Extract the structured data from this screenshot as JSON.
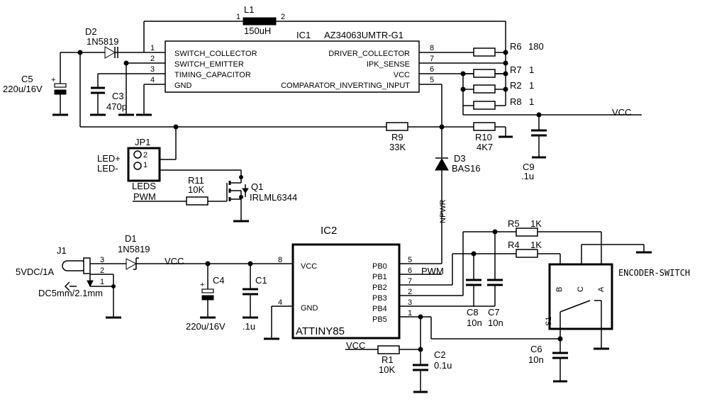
{
  "ic1": {
    "ref": "IC1",
    "part": "AZ34063UMTR-G1",
    "left_pins": [
      {
        "num": "1",
        "name": "SWITCH_COLLECTOR"
      },
      {
        "num": "2",
        "name": "SWITCH_EMITTER"
      },
      {
        "num": "3",
        "name": "TIMING_CAPACITOR"
      },
      {
        "num": "4",
        "name": "GND"
      }
    ],
    "right_pins": [
      {
        "num": "8",
        "name": "DRIVER_COLLECTOR"
      },
      {
        "num": "7",
        "name": "IPK_SENSE"
      },
      {
        "num": "6",
        "name": "VCC"
      },
      {
        "num": "5",
        "name": "COMPARATOR_INVERTING_INPUT"
      }
    ]
  },
  "ic2": {
    "ref": "IC2",
    "part": "ATTINY85",
    "left_pins": [
      {
        "num": "8",
        "name": "VCC"
      },
      {
        "num": "4",
        "name": "GND"
      }
    ],
    "right_pins": [
      {
        "num": "5",
        "name": "PB0"
      },
      {
        "num": "6",
        "name": "PB1"
      },
      {
        "num": "7",
        "name": "PB2"
      },
      {
        "num": "2",
        "name": "PB3"
      },
      {
        "num": "3",
        "name": "PB4"
      },
      {
        "num": "1",
        "name": "PB5"
      }
    ]
  },
  "l1": {
    "ref": "L1",
    "value": "150uH",
    "pin1": "1",
    "pin2": "2"
  },
  "d2": {
    "ref": "D2",
    "value": "1N5819"
  },
  "c5": {
    "ref": "C5",
    "value": "220u/16V"
  },
  "c3": {
    "ref": "C3",
    "value": "470p"
  },
  "r6": {
    "ref": "R6",
    "value": "180"
  },
  "r7": {
    "ref": "R7",
    "value": "1"
  },
  "r2": {
    "ref": "R2",
    "value": "1"
  },
  "r8": {
    "ref": "R8",
    "value": "1"
  },
  "r9": {
    "ref": "R9",
    "value": "33K"
  },
  "r10": {
    "ref": "R10",
    "value": "4K7"
  },
  "c9": {
    "ref": "C9",
    "value": ".1u"
  },
  "d3": {
    "ref": "D3",
    "value": "BAS16"
  },
  "jp1": {
    "ref": "JP1",
    "name": "LEDS",
    "label_plus": "LED+",
    "label_minus": "LED-",
    "pin2": "2",
    "pin1": "1"
  },
  "r11": {
    "ref": "R11",
    "value": "10K"
  },
  "q1": {
    "ref": "Q1",
    "value": "IRLML6344"
  },
  "j1": {
    "ref": "J1",
    "value": "5VDC/1A",
    "desc": "DC5mm/2.1mm",
    "pin3": "3",
    "pin2": "2",
    "pin1": "1"
  },
  "d1": {
    "ref": "D1",
    "value": "1N5819"
  },
  "c4": {
    "ref": "C4",
    "value": "220u/16V"
  },
  "c1": {
    "ref": "C1",
    "value": ".1u"
  },
  "r1": {
    "ref": "R1",
    "value": "10K"
  },
  "c2": {
    "ref": "C2",
    "value": "0.1u"
  },
  "r5": {
    "ref": "R5",
    "value": "1K"
  },
  "r4": {
    "ref": "R4",
    "value": "1K"
  },
  "c8": {
    "ref": "C8",
    "value": "10n"
  },
  "c7": {
    "ref": "C7",
    "value": "10n"
  },
  "c6": {
    "ref": "C6",
    "value": "10n"
  },
  "s1": {
    "ref": "S1",
    "name": "ENCODER-SWITCH",
    "pin_b": "B",
    "pin_c": "C",
    "pin_a": "A"
  },
  "nets": {
    "vcc": "VCC",
    "pwm": "PWM",
    "npwr": "NPWR"
  }
}
